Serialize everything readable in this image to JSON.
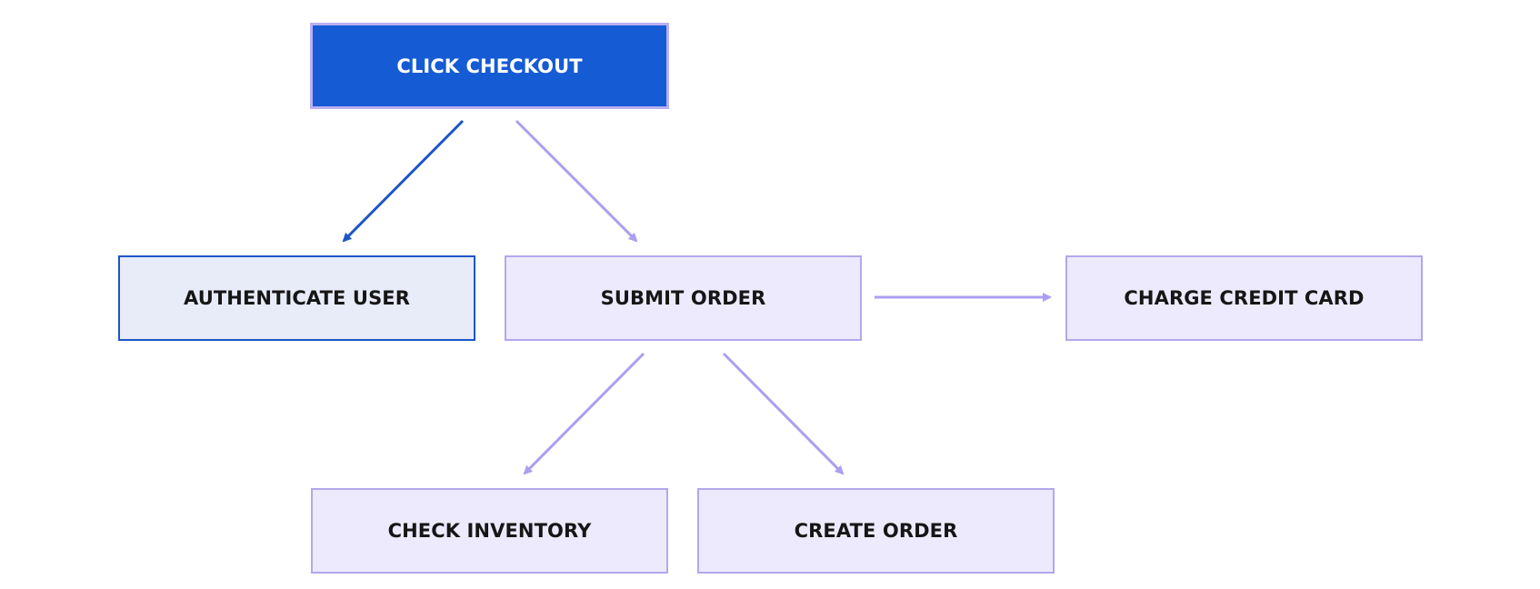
{
  "nodes": {
    "click_checkout": {
      "label": "CLICK CHECKOUT"
    },
    "authenticate_user": {
      "label": "AUTHENTICATE USER"
    },
    "submit_order": {
      "label": "SUBMIT ORDER"
    },
    "charge_credit_card": {
      "label": "CHARGE CREDIT CARD"
    },
    "check_inventory": {
      "label": "CHECK INVENTORY"
    },
    "create_order": {
      "label": "CREATE ORDER"
    }
  },
  "edges": [
    {
      "from": "CLICK CHECKOUT",
      "to": "AUTHENTICATE USER",
      "color": "#1d55c7"
    },
    {
      "from": "CLICK CHECKOUT",
      "to": "SUBMIT ORDER",
      "color": "#aa9ff0"
    },
    {
      "from": "SUBMIT ORDER",
      "to": "CHARGE CREDIT CARD",
      "color": "#aa9ff0"
    },
    {
      "from": "SUBMIT ORDER",
      "to": "CHECK INVENTORY",
      "color": "#aa9ff0"
    },
    {
      "from": "SUBMIT ORDER",
      "to": "CREATE ORDER",
      "color": "#aa9ff0"
    }
  ],
  "colors": {
    "primary_fill": "#155bd4",
    "highlight_fill": "#e8ecf9",
    "highlight_border": "#1d55c7",
    "default_fill": "#edeafd",
    "default_border": "#b3a8ee",
    "connector": "#aa9ff0"
  }
}
